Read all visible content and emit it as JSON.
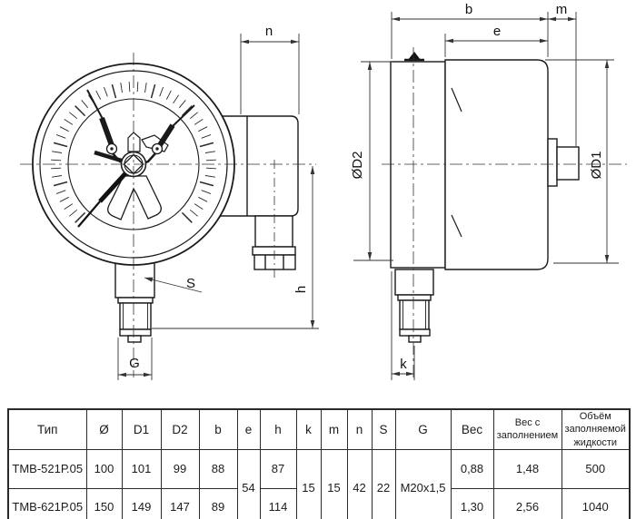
{
  "drawing": {
    "labels": {
      "n": "n",
      "b": "b",
      "m": "m",
      "e": "e",
      "d2": "ØD2",
      "d1": "ØD1",
      "h": "h",
      "s": "S",
      "g": "G",
      "k": "k"
    }
  },
  "table": {
    "headers": {
      "type": "Тип",
      "dia": "Ø",
      "d1": "D1",
      "d2": "D2",
      "b": "b",
      "e": "e",
      "h": "h",
      "k": "k",
      "m": "m",
      "n": "n",
      "s": "S",
      "g": "G",
      "weight": "Вес",
      "weight_filled": "Вес с заполнением",
      "volume": "Объём заполняемой жидкости"
    },
    "merged": {
      "e": "54",
      "k": "15",
      "m": "15",
      "n": "42",
      "s": "22",
      "g": "M20x1,5"
    },
    "rows": [
      {
        "type": "ТМВ-521Р.05",
        "dia": "100",
        "d1": "101",
        "d2": "99",
        "b": "88",
        "h": "87",
        "weight": "0,88",
        "weight_filled": "1,48",
        "volume": "500"
      },
      {
        "type": "ТМВ-621Р.05",
        "dia": "150",
        "d1": "149",
        "d2": "147",
        "b": "89",
        "h": "114",
        "weight": "1,30",
        "weight_filled": "2,56",
        "volume": "1040"
      }
    ]
  }
}
